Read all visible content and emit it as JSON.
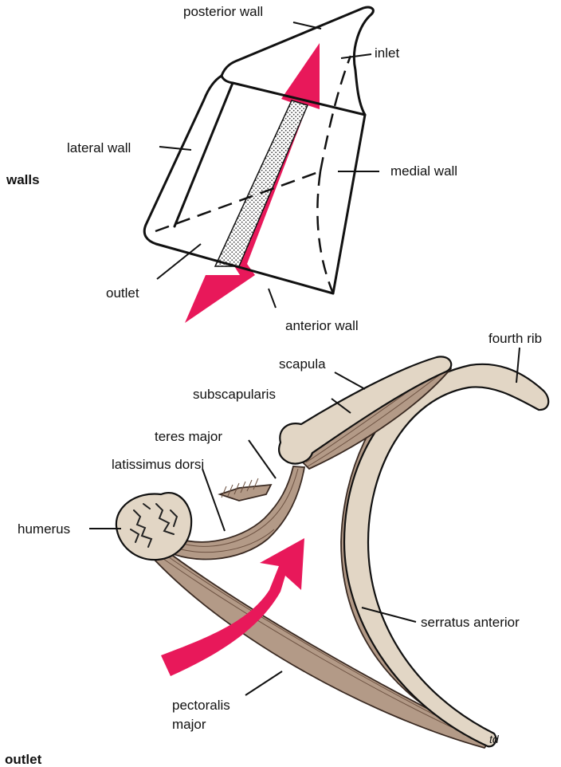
{
  "side_labels": {
    "walls": "walls",
    "outlet": "outlet"
  },
  "top_diagram": {
    "labels": {
      "posterior_wall": "posterior wall",
      "inlet": "inlet",
      "lateral_wall": "lateral wall",
      "medial_wall": "medial wall",
      "outlet": "outlet",
      "anterior_wall": "anterior wall"
    }
  },
  "bottom_diagram": {
    "labels": {
      "fourth_rib": "fourth rib",
      "scapula": "scapula",
      "subscapularis": "subscapularis",
      "teres_major": "teres major",
      "latissimus_dorsi": "latissimus dorsi",
      "humerus": "humerus",
      "serratus_anterior": "serratus anterior",
      "pectoralis_major_line1": "pectoralis",
      "pectoralis_major_line2": "major"
    },
    "signature": "td"
  },
  "colors": {
    "arrow": "#e8185a",
    "bone": "#e2d6c5",
    "muscle": "#b39a87",
    "outline": "#111111"
  }
}
